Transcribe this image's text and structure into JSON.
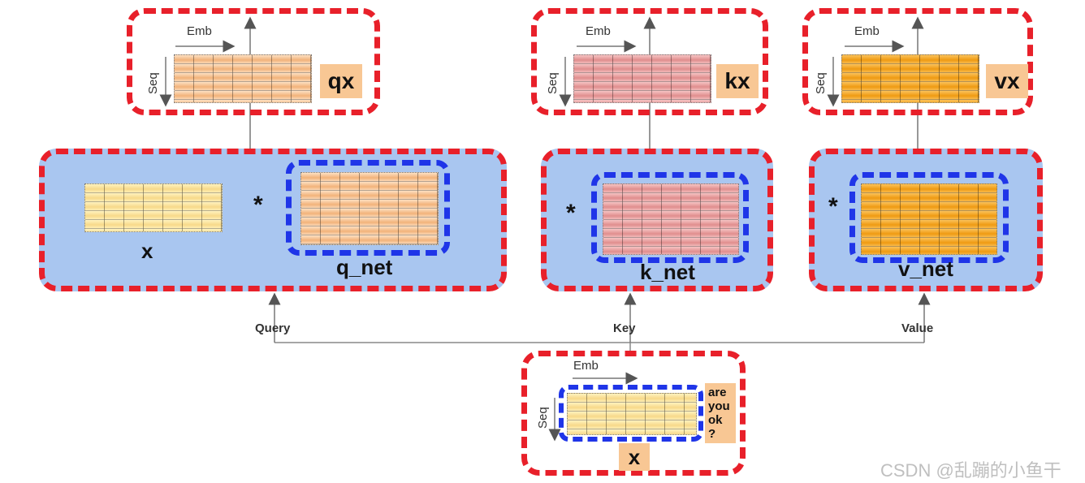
{
  "top_blocks": {
    "q": {
      "emb": "Emb",
      "seq": "Seq",
      "tag": "qx"
    },
    "k": {
      "emb": "Emb",
      "seq": "Seq",
      "tag": "kx"
    },
    "v": {
      "emb": "Emb",
      "seq": "Seq",
      "tag": "vx"
    }
  },
  "panels": {
    "query": {
      "input_label": "x",
      "op": "*",
      "net_label": "q_net"
    },
    "key": {
      "op": "*",
      "net_label": "k_net"
    },
    "value": {
      "op": "*",
      "net_label": "v_net"
    }
  },
  "branches": {
    "query": "Query",
    "key": "Key",
    "value": "Value"
  },
  "input_block": {
    "emb": "Emb",
    "seq": "Seq",
    "words": [
      "are",
      "you",
      "ok",
      "?"
    ],
    "label": "x"
  },
  "watermark": "CSDN @乱蹦的小鱼干",
  "colors": {
    "red_dash": "#e8202a",
    "blue_dash": "#1f35e8",
    "panel": "#a9c6f0",
    "tag_bg": "#f8c794",
    "x_grid": "#f7dc90",
    "q_grid": "#f2b27a",
    "k_grid": "#e08e8e",
    "v_grid": "#ef9a12"
  }
}
